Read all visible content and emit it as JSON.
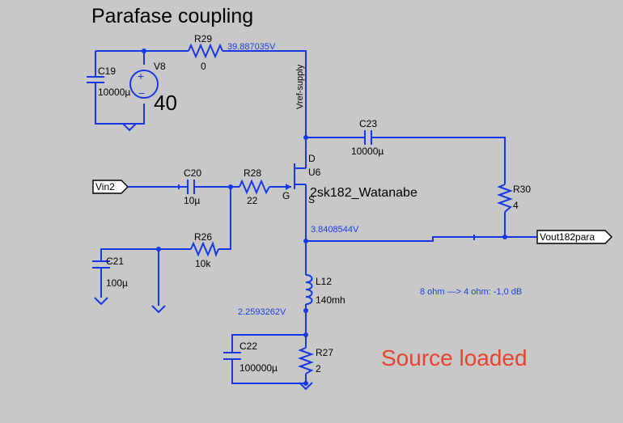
{
  "title": "Parafase coupling",
  "title_color": "#1a1ae6",
  "wire_color": "#1638e8",
  "background": "#c8c8c8",
  "annotation_color": "#e8432e",
  "components": {
    "r29": {
      "ref": "R29",
      "value": "0"
    },
    "v8": {
      "ref": "V8",
      "value": "40"
    },
    "c19": {
      "ref": "C19",
      "value": "10000µ"
    },
    "c23": {
      "ref": "C23",
      "value": "10000µ"
    },
    "u6": {
      "ref": "U6",
      "value": "2sk182_Watanabe",
      "pin_d": "D",
      "pin_g": "G",
      "pin_s": "S"
    },
    "c20": {
      "ref": "C20",
      "value": "10µ"
    },
    "r28": {
      "ref": "R28",
      "value": "22"
    },
    "r26": {
      "ref": "R26",
      "value": "10k"
    },
    "c21": {
      "ref": "C21",
      "value": "100µ"
    },
    "r30": {
      "ref": "R30",
      "value": "4"
    },
    "l12": {
      "ref": "L12",
      "value": "140mh"
    },
    "c22": {
      "ref": "C22",
      "value": "100000µ"
    },
    "r27": {
      "ref": "R27",
      "value": "2"
    }
  },
  "nets": {
    "vin": "Vin2",
    "vout": "Vout182para",
    "vref": "Vref-supply"
  },
  "voltages": {
    "supply": "39.887035V",
    "source": "3.8408544V",
    "inductor_bottom": "2.2593262V"
  },
  "notes": {
    "ratio": "8 ohm —> 4 ohm: -1,0 dB",
    "status": "Source loaded"
  }
}
